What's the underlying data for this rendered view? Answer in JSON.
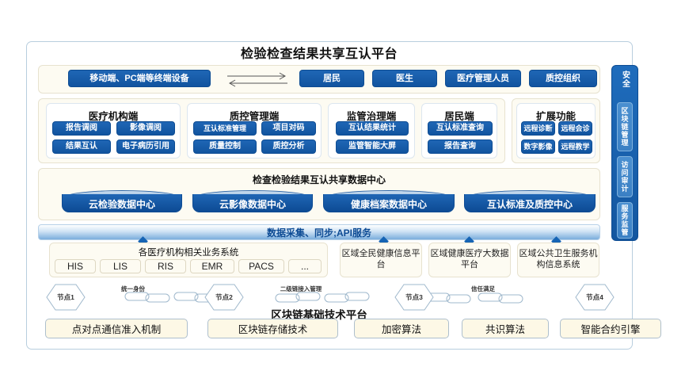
{
  "title": "检验检查结果共享互认平台",
  "terminal_row": {
    "device_label": "移动端、PC端等终端设备",
    "arrow_icon": "bidirectional-arrow",
    "roles": [
      "居民",
      "医生",
      "医疗管理人员",
      "质控组织"
    ]
  },
  "modules": [
    {
      "title": "医疗机构端",
      "items": [
        "报告调阅",
        "影像调阅",
        "结果互认",
        "电子病历引用"
      ]
    },
    {
      "title": "质控管理端",
      "items": [
        "互认标准管理",
        "项目对码",
        "质量控制",
        "质控分析"
      ]
    },
    {
      "title": "监管治理端",
      "items": [
        "互认结果统计",
        "监管智能大屏"
      ]
    },
    {
      "title": "居民端",
      "items": [
        "互认标准查询",
        "报告查询"
      ]
    },
    {
      "title": "扩展功能",
      "items": [
        "远程诊断",
        "远程会诊",
        "数字影像",
        "远程教学"
      ]
    }
  ],
  "data_center": {
    "heading": "检查检验结果互认共享数据中心",
    "databases": [
      "云检验数据中心",
      "云影像数据中心",
      "健康档案数据中心",
      "互认标准及质控中心"
    ]
  },
  "api_band": {
    "label": "数据采集、同步;API服务"
  },
  "sources": {
    "hospital_group_title": "各医疗机构相关业务系统",
    "hospital_systems": [
      "HIS",
      "LIS",
      "RIS",
      "EMR",
      "PACS",
      "..."
    ],
    "regional_platforms": [
      "区域全民健康信息平台",
      "区域健康医疗大数据平台",
      "区域公共卫生服务机构信息系统"
    ]
  },
  "blockchain": {
    "title": "区块链基础技术平台",
    "nodes": [
      "节点1",
      "节点2",
      "节点3",
      "节点4"
    ],
    "link_labels": [
      "统一身份",
      "二级链接入管理",
      "信任满足"
    ],
    "technologies": [
      "点对点通信准入机制",
      "区块链存储技术",
      "加密算法",
      "共识算法",
      "智能合约引擎"
    ]
  },
  "sidebar": {
    "title": "安全",
    "items": [
      "区块链管理",
      "访问审计",
      "服务监管"
    ]
  },
  "colors": {
    "primary_blue": "#1664b4",
    "deep_blue": "#0d4b94",
    "cream": "#fdfbf2",
    "frame_border": "#b8cede"
  }
}
